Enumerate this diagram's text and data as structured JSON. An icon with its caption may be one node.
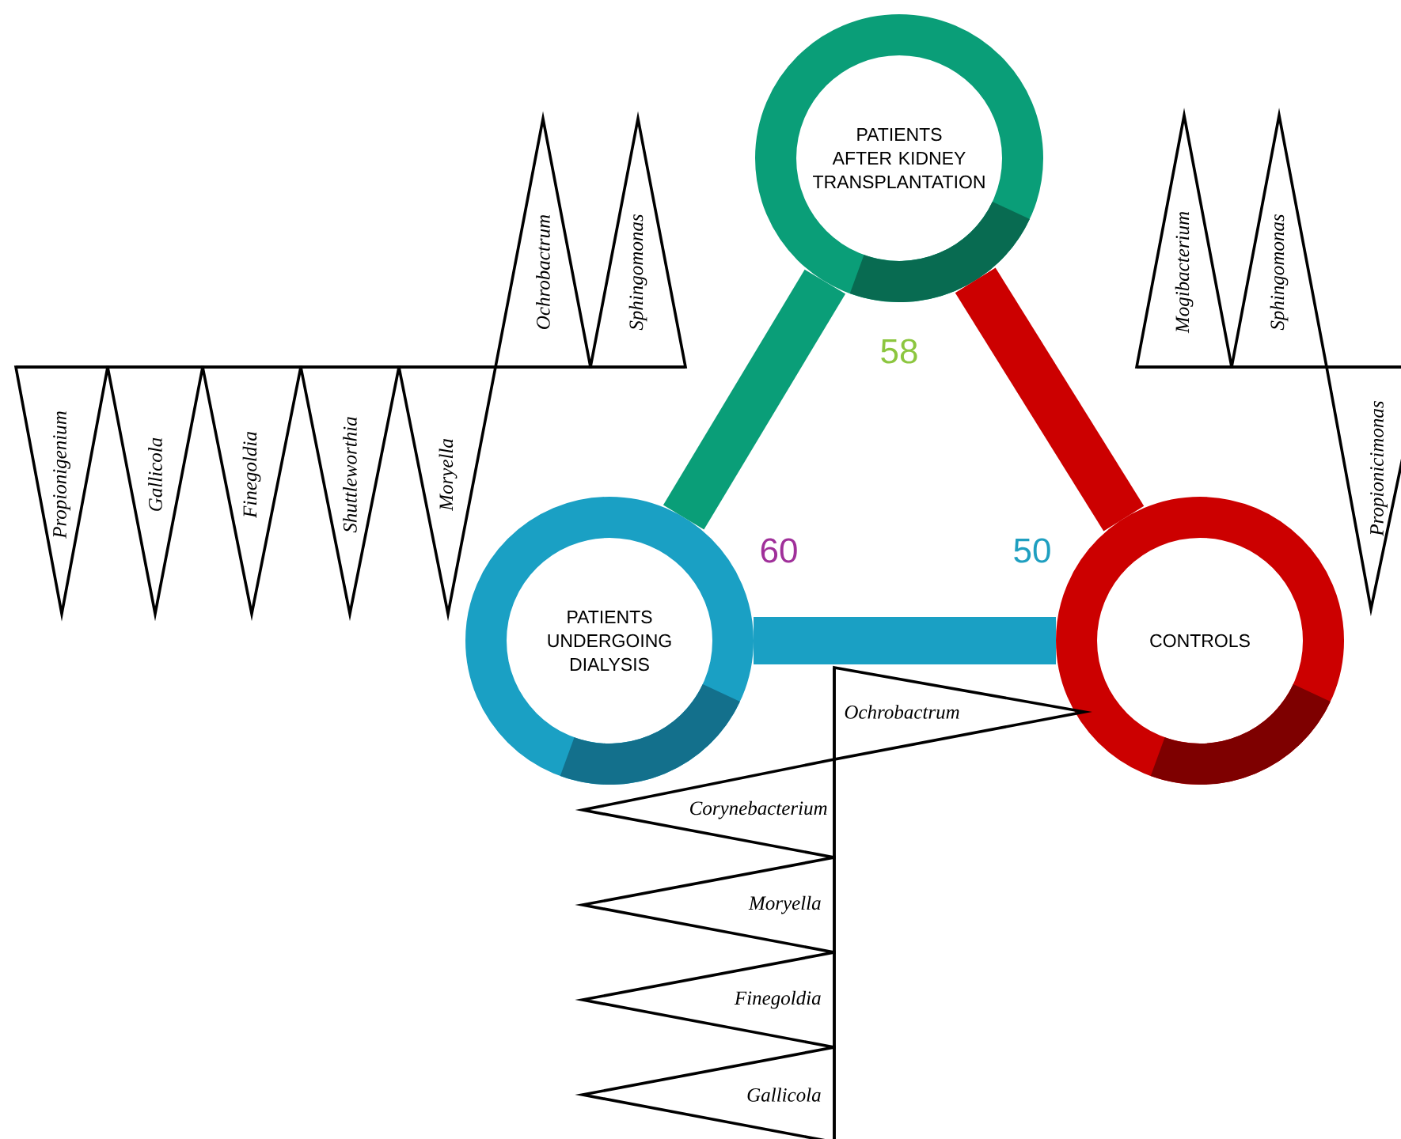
{
  "diagram": {
    "nodes": [
      {
        "text": [
          "PATIENTS AFTER KIDNEY TRANSPLANTATION"
        ]
      },
      {
        "text": [
          "PATIENTS UNDERGOING DIALYSIS"
        ]
      },
      {
        "text": [
          "CONTROLS"
        ]
      },
      {
        "text": [
          "*Propionigenium*"
        ]
      },
      {
        "text": [
          "*Gallicola*"
        ]
      },
      {
        "text": [
          "*Finegoldia*"
        ]
      },
      {
        "text": [
          "*Shuttleworthia*"
        ]
      },
      {
        "text": [
          "*Moryella*"
        ]
      },
      {
        "text": [
          "*Ochrobactrum*"
        ]
      },
      {
        "text": [
          "*Sphingomonas*"
        ]
      },
      {
        "text": [
          "*Mogibacterium*"
        ]
      },
      {
        "text": [
          "*Sphingomonas*"
        ]
      },
      {
        "text": [
          "*Propionicimonas*"
        ]
      },
      {
        "text": [
          "*Ochrobactrum*"
        ]
      },
      {
        "text": [
          "*Corynebacterium*"
        ]
      },
      {
        "text": [
          "*Moryella*"
        ]
      },
      {
        "text": [
          "*Finegoldia*"
        ]
      },
      {
        "text": [
          "*Gallicola*"
        ]
      }
    ],
    "edges": [
      {
        "from": 0,
        "to": 1,
        "arrow": "none",
        "color": "#0a9e78"
      },
      {
        "from": 0,
        "to": 2,
        "arrow": "none",
        "color": "#cc0000"
      },
      {
        "from": 1,
        "to": 2,
        "arrow": "none",
        "color": "#1aa0c4"
      }
    ],
    "labels": [
      "58",
      "60",
      "50"
    ]
  }
}
